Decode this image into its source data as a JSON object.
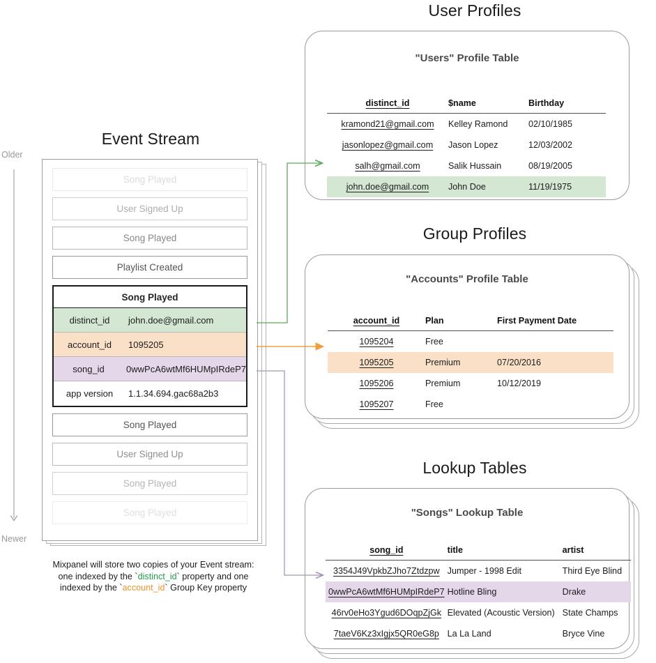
{
  "headings": {
    "event_stream": "Event Stream",
    "user_profiles": "User Profiles",
    "group_profiles": "Group Profiles",
    "lookup_tables": "Lookup Tables"
  },
  "time_axis": {
    "older_label": "Older",
    "newer_label": "Newer"
  },
  "event_stream": {
    "pills_top": [
      {
        "label": "Song Played",
        "opacity": "0.18"
      },
      {
        "label": "User Signed Up",
        "opacity": "0.42"
      },
      {
        "label": "Song Played",
        "opacity": "0.62"
      },
      {
        "label": "Playlist Created",
        "opacity": "0.88"
      }
    ],
    "focused_event": {
      "name": "Song Played",
      "properties": [
        {
          "key": "distinct_id",
          "value": "john.doe@gmail.com",
          "highlight": "green"
        },
        {
          "key": "account_id",
          "value": "1095205",
          "highlight": "orange"
        },
        {
          "key": "song_id",
          "value": "0wwPcA6wtMf6HUMpIRdeP7",
          "highlight": "purple"
        },
        {
          "key": "app version",
          "value": "1.1.34.694.gac68a2b3",
          "highlight": "none"
        }
      ]
    },
    "pills_bottom": [
      {
        "label": "Song Played",
        "opacity": "0.88"
      },
      {
        "label": "User Signed Up",
        "opacity": "0.58"
      },
      {
        "label": "Song Played",
        "opacity": "0.38"
      },
      {
        "label": "Song Played",
        "opacity": "0.16"
      }
    ]
  },
  "caption": {
    "line1": "Mixpanel will store two copies of your Event stream:",
    "line2_a": "one indexed by the `",
    "line2_b": "distinct_id",
    "line2_c": "` property and one",
    "line3_a": "indexed by the `",
    "line3_b": "account_id",
    "line3_c": "` Group Key property"
  },
  "users_table": {
    "title": "\"Users\" Profile Table",
    "columns": [
      "distinct_id",
      "$name",
      "Birthday"
    ],
    "rows": [
      {
        "cells": [
          "kramond21@gmail.com",
          "Kelley Ramond",
          "02/10/1985"
        ],
        "highlight": "none"
      },
      {
        "cells": [
          "jasonlopez@gmail.com",
          "Jason Lopez",
          "12/03/2002"
        ],
        "highlight": "none"
      },
      {
        "cells": [
          "salh@gmail.com",
          "Salik Hussain",
          "08/19/2005"
        ],
        "highlight": "none"
      },
      {
        "cells": [
          "john.doe@gmail.com",
          "John Doe",
          "11/19/1975"
        ],
        "highlight": "green"
      }
    ]
  },
  "accounts_table": {
    "title": "\"Accounts\" Profile Table",
    "columns": [
      "account_id",
      "Plan",
      "First Payment Date"
    ],
    "rows": [
      {
        "cells": [
          "1095204",
          "Free",
          ""
        ],
        "highlight": "none"
      },
      {
        "cells": [
          "1095205",
          "Premium",
          "07/20/2016"
        ],
        "highlight": "orange"
      },
      {
        "cells": [
          "1095206",
          "Premium",
          "10/12/2019"
        ],
        "highlight": "none"
      },
      {
        "cells": [
          "1095207",
          "Free",
          ""
        ],
        "highlight": "none"
      }
    ]
  },
  "songs_table": {
    "title": "\"Songs\" Lookup Table",
    "columns": [
      "song_id",
      "title",
      "artist"
    ],
    "rows": [
      {
        "cells": [
          "3354J49VpkbZJho7Ztdzpw",
          "Jumper - 1998 Edit",
          "Third Eye Blind"
        ],
        "highlight": "none"
      },
      {
        "cells": [
          "0wwPcA6wtMf6HUMpIRdeP7",
          "Hotline Bling",
          "Drake"
        ],
        "highlight": "purple"
      },
      {
        "cells": [
          "46rv0eHo3Ygud6DOqpZjGk",
          "Elevated (Acoustic Version)",
          "State Champs"
        ],
        "highlight": "none"
      },
      {
        "cells": [
          "7taeV6Kz3xIgjx5QR0eG8p",
          "La La Land",
          "Bryce Vine"
        ],
        "highlight": "none"
      }
    ]
  },
  "colors": {
    "green_highlight": "#d4e7d2",
    "orange_highlight": "#fbe0c8",
    "purple_highlight": "#e4d7ea",
    "green_connector": "#5aa95f",
    "orange_connector": "#eda03a",
    "purple_connector": "#a795b5",
    "card_border": "#9b9b9b",
    "axis_gray": "#9a9a9a"
  }
}
